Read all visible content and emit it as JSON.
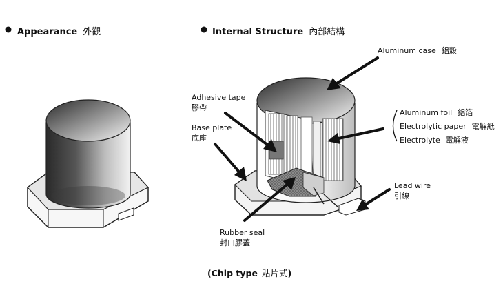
{
  "appearance": {
    "title": "Appearance",
    "title_cjk": "外觀"
  },
  "internal": {
    "title": "Internal Structure",
    "title_cjk": "內部結構"
  },
  "labels": {
    "aluminum_case": {
      "en": "Aluminum case",
      "cjk": "鋁殼"
    },
    "adhesive_tape": {
      "en": "Adhesive tape",
      "cjk": "膠帶"
    },
    "base_plate": {
      "en": "Base plate",
      "cjk": "底座"
    },
    "aluminum_foil": {
      "en": "Aluminum foil",
      "cjk": "鋁箔"
    },
    "electrolytic_paper": {
      "en": "Electrolytic paper",
      "cjk": "電解紙"
    },
    "electrolyte": {
      "en": "Electrolyte",
      "cjk": "電解液"
    },
    "lead_wire": {
      "en": "Lead wire",
      "cjk": "引線"
    },
    "rubber_seal": {
      "en": "Rubber seal",
      "cjk": "封口膠蓋"
    }
  },
  "caption": {
    "prefix": "(",
    "type": "Chip type",
    "cjk": "貼片式",
    "suffix": ")"
  }
}
